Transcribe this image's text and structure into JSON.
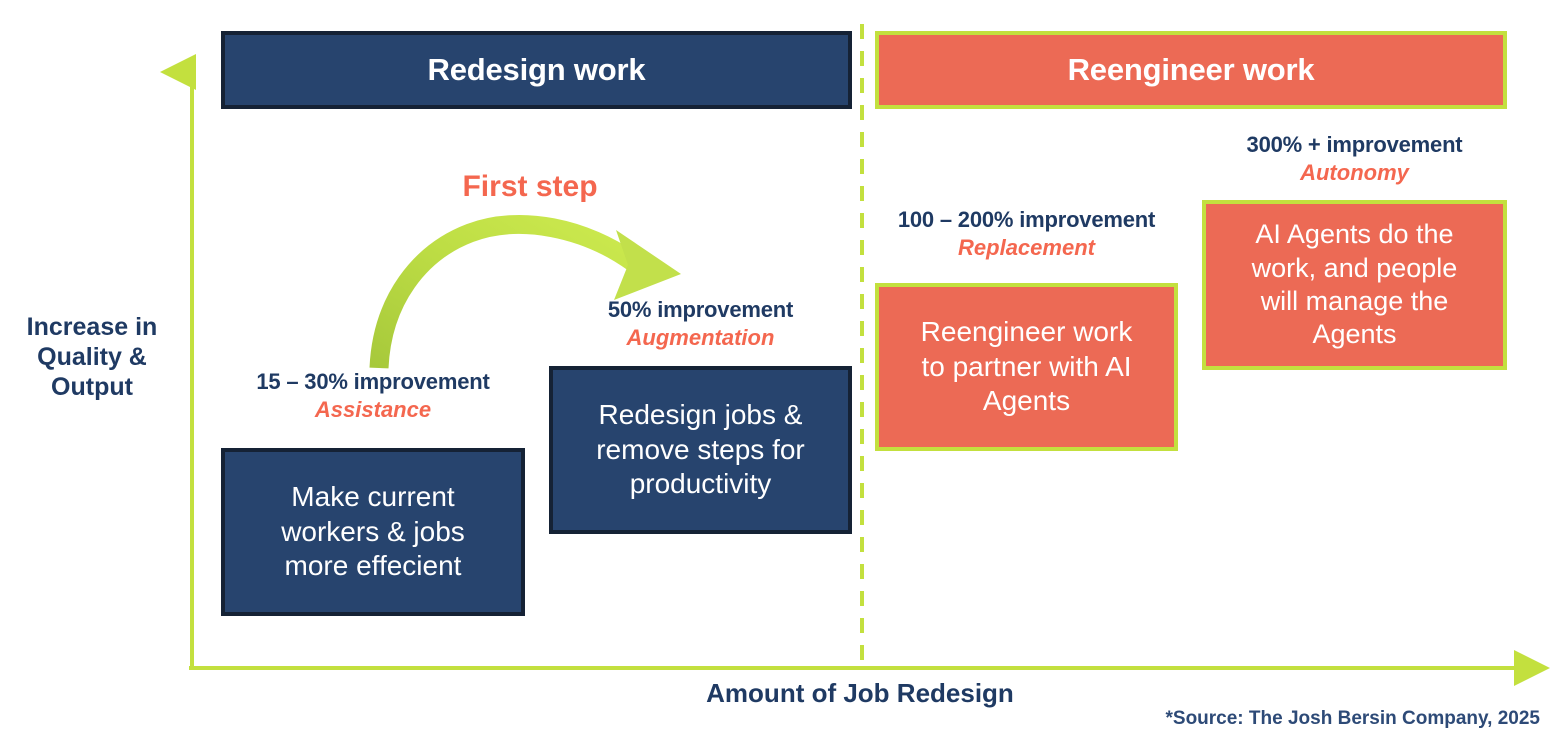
{
  "axes": {
    "y_title": "Increase in\nQuality &\nOutput",
    "x_title": "Amount of Job Redesign",
    "axis_color": "#c3e03e",
    "title_color": "#1f3a63"
  },
  "divider": {
    "name": "vertical-dashed-divider",
    "color": "#c3e03e",
    "style": "dashed"
  },
  "banners": [
    {
      "id": "redesign-work",
      "label": "Redesign work",
      "fill": "#27446e",
      "border": "#152235",
      "text_color": "#ffffff"
    },
    {
      "id": "reengineer-work",
      "label": "Reengineer work",
      "fill": "#ec6a55",
      "border": "#c3e03e",
      "text_color": "#ffffff"
    }
  ],
  "arrow": {
    "label": "First step",
    "label_color": "#f4674f",
    "color": "#c3e03e",
    "direction": "curved-left-to-right"
  },
  "stages": [
    {
      "id": "assistance",
      "improvement": "15 – 30% improvement",
      "mode": "Assistance",
      "body": "Make current\nworkers & jobs\nmore effecient",
      "fill": "#27446e",
      "border": "#152235",
      "side": "redesign"
    },
    {
      "id": "augmentation",
      "improvement": "50% improvement",
      "mode": "Augmentation",
      "body": "Redesign jobs &\nremove steps for\nproductivity",
      "fill": "#27446e",
      "border": "#152235",
      "side": "redesign"
    },
    {
      "id": "replacement",
      "improvement": "100 – 200% improvement",
      "mode": "Replacement",
      "body": "Reengineer work\nto partner with AI\nAgents",
      "fill": "#ec6a55",
      "border": "#c3e03e",
      "side": "reengineer"
    },
    {
      "id": "autonomy",
      "improvement": "300% + improvement",
      "mode": "Autonomy",
      "body": "AI Agents do the\nwork, and people\nwill manage the\nAgents",
      "fill": "#ec6a55",
      "border": "#c3e03e",
      "side": "reengineer"
    }
  ],
  "source": "*Source: The Josh Bersin Company, 2025"
}
